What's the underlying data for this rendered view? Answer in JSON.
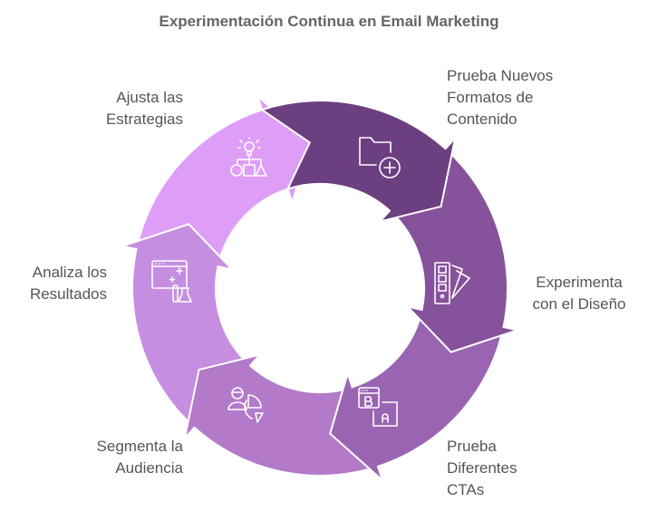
{
  "title": "Experimentación Continua en Email Marketing",
  "steps": [
    {
      "label": "Prueba Nuevos Formatos de Contenido",
      "icon": "folder-plus-icon",
      "color": "#6b3f80"
    },
    {
      "label": "Experimenta con el Diseño",
      "icon": "swatch-palette-icon",
      "color": "#86529c"
    },
    {
      "label": "Prueba Diferentes CTAs",
      "icon": "ab-test-icon",
      "color": "#9a64b3"
    },
    {
      "label": "Segmenta la Audiencia",
      "icon": "user-pie-chart-icon",
      "color": "#b27ac9"
    },
    {
      "label": "Analiza los Resultados",
      "icon": "browser-flask-icon",
      "color": "#c68ee0"
    },
    {
      "label": "Ajusta las Estrategias",
      "icon": "lightbulb-shapes-icon",
      "color": "#de9ef7"
    }
  ],
  "labels": {
    "s0": [
      "Prueba Nuevos",
      "Formatos de",
      "Contenido"
    ],
    "s1": [
      "Experimenta",
      "con el Diseño"
    ],
    "s2": [
      "Prueba",
      "Diferentes",
      "CTAs"
    ],
    "s3": [
      "Segmenta la",
      "Audiencia"
    ],
    "s4": [
      "Analiza los",
      "Resultados"
    ],
    "s5": [
      "Ajusta las",
      "Estrategias"
    ]
  }
}
